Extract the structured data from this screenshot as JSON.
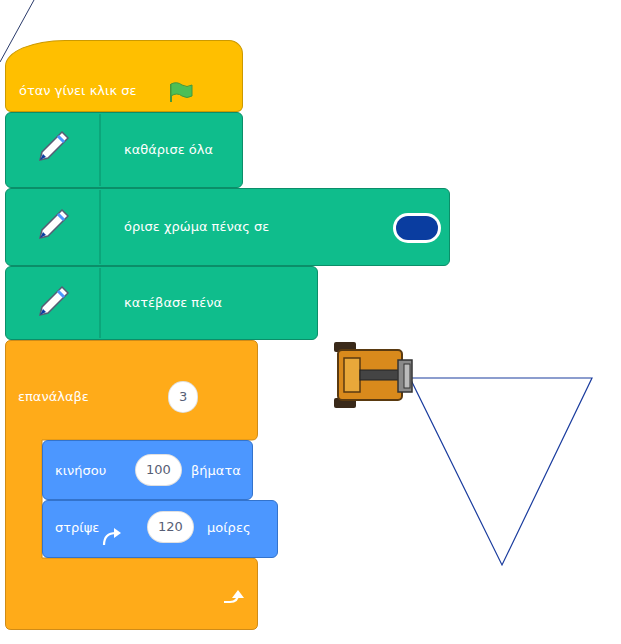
{
  "diagram": {
    "nodes": [
      {
        "text": [
          "όταν γίνει κλικ σε"
        ]
      },
      {
        "text": [
          "καθάρισε όλα"
        ]
      },
      {
        "text": [
          "όρισε χρώμα πένας σε"
        ]
      },
      {
        "text": [
          "κατέβασε πένα"
        ]
      },
      {
        "text": [
          "επανάλαβε",
          "3"
        ]
      },
      {
        "text": [
          "κινήσου",
          "100",
          "βήματα"
        ],
        "in": 4
      },
      {
        "text": [
          "στρίψε",
          "120",
          "μοίρες"
        ],
        "in": 4
      }
    ]
  }
}
